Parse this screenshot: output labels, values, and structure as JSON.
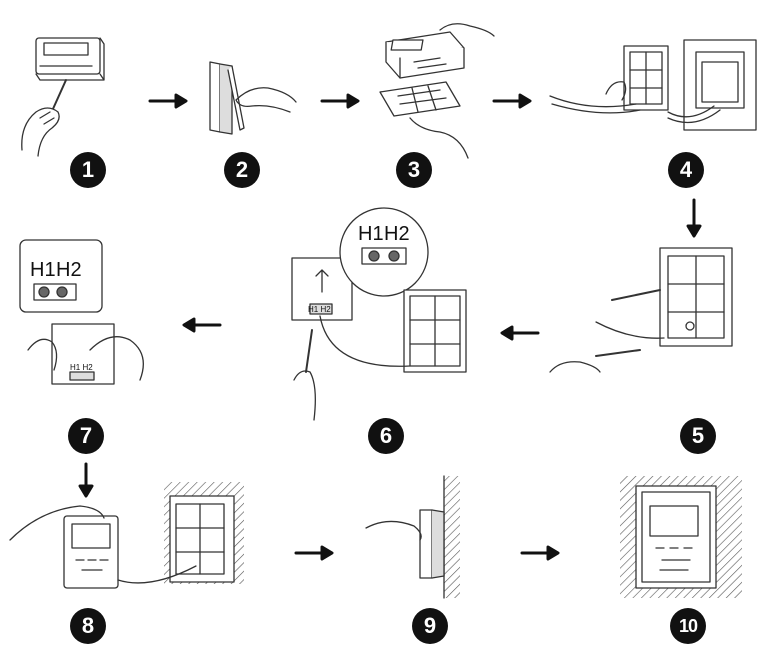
{
  "steps": [
    "1",
    "2",
    "3",
    "4",
    "5",
    "6",
    "7",
    "8",
    "9",
    "10"
  ],
  "terminal_labels": {
    "h1": "H1",
    "h2": "H2",
    "h1h2_small": "H1 H2"
  }
}
